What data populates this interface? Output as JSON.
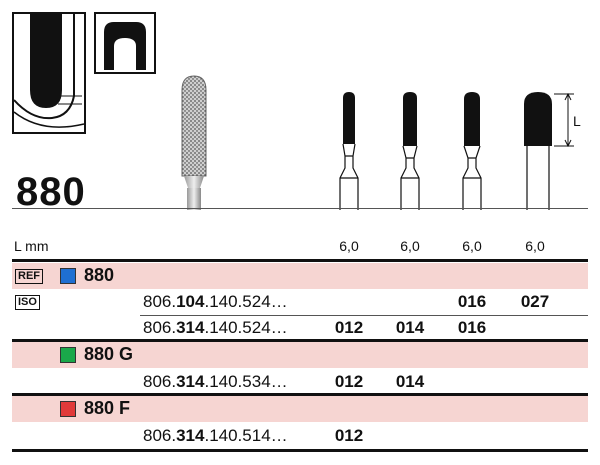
{
  "product": {
    "number": "880"
  },
  "length_label": "L mm",
  "dimension_letter": "L",
  "sizes": [
    "6,0",
    "6,0",
    "6,0",
    "6,0"
  ],
  "ref_label": "REF",
  "iso_label": "ISO",
  "colors": {
    "blue": "#1f6fd1",
    "green": "#1aa84a",
    "red": "#e03a3a",
    "pink": "#f6d5d2"
  },
  "sections": [
    {
      "variant": "880",
      "color_name": "blue",
      "rows": [
        {
          "code_prefix": "806.",
          "code_bold": "104",
          "code_suffix": ".140.524…",
          "values": [
            "",
            "",
            "016",
            "027"
          ]
        },
        {
          "code_prefix": "806.",
          "code_bold": "314",
          "code_suffix": ".140.524…",
          "values": [
            "012",
            "014",
            "016",
            ""
          ]
        }
      ]
    },
    {
      "variant": "880 G",
      "color_name": "green",
      "rows": [
        {
          "code_prefix": "806.",
          "code_bold": "314",
          "code_suffix": ".140.534…",
          "values": [
            "012",
            "014",
            "",
            ""
          ]
        }
      ]
    },
    {
      "variant": "880 F",
      "color_name": "red",
      "rows": [
        {
          "code_prefix": "806.",
          "code_bold": "314",
          "code_suffix": ".140.514…",
          "values": [
            "012",
            "",
            "",
            ""
          ]
        }
      ]
    }
  ]
}
